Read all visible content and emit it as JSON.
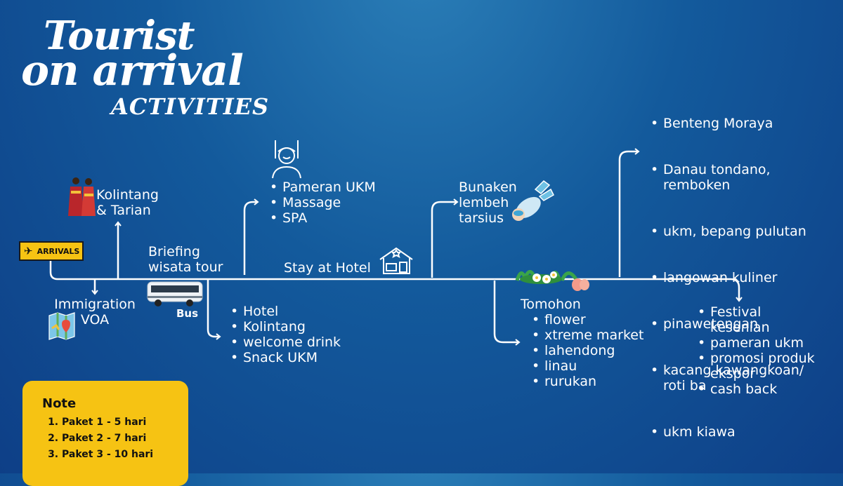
{
  "title": {
    "line1": "Tourist",
    "line2": "on arrival",
    "line3": "ACTIVITIES"
  },
  "arrivals_sign": "ARRIVALS",
  "stops": {
    "kolintang": [
      "Kolintang",
      "& Tarian"
    ],
    "briefing": [
      "Briefing",
      "wisata tour"
    ],
    "immigration": [
      "Immigration",
      "VOA"
    ],
    "bus": "Bus",
    "hotel_list": [
      "Hotel",
      "Kolintang",
      "welcome drink",
      "Snack UKM"
    ],
    "pameran_list": [
      "Pameran UKM",
      "Massage",
      "SPA"
    ],
    "stay": "Stay at Hotel",
    "bunaken": [
      "Bunaken",
      "lembeh",
      "tarsius"
    ],
    "tomohon_title": "Tomohon",
    "tomohon_list": [
      "flower",
      "xtreme market",
      "lahendong",
      "linau",
      "rurukan"
    ],
    "minahasa_list": [
      "Benteng Moraya",
      "Danau tondano,\nremboken",
      "ukm, bepang pulutan",
      "langowan kuliner",
      "pinawetengan",
      "kacang kawangkoan/\nroti ba",
      "ukm kiawa"
    ],
    "festival_list": [
      "Festival\nkesenian",
      "pameran ukm",
      "promosi produk\nekspor",
      "cash back"
    ]
  },
  "note": {
    "title": "Note",
    "items": [
      "Paket 1 - 5 hari",
      "Paket 2 - 7 hari",
      "Paket 3 - 10 hari"
    ]
  },
  "colors": {
    "accent": "#f6c313",
    "background": "#135a9c",
    "line": "#ffffff"
  }
}
